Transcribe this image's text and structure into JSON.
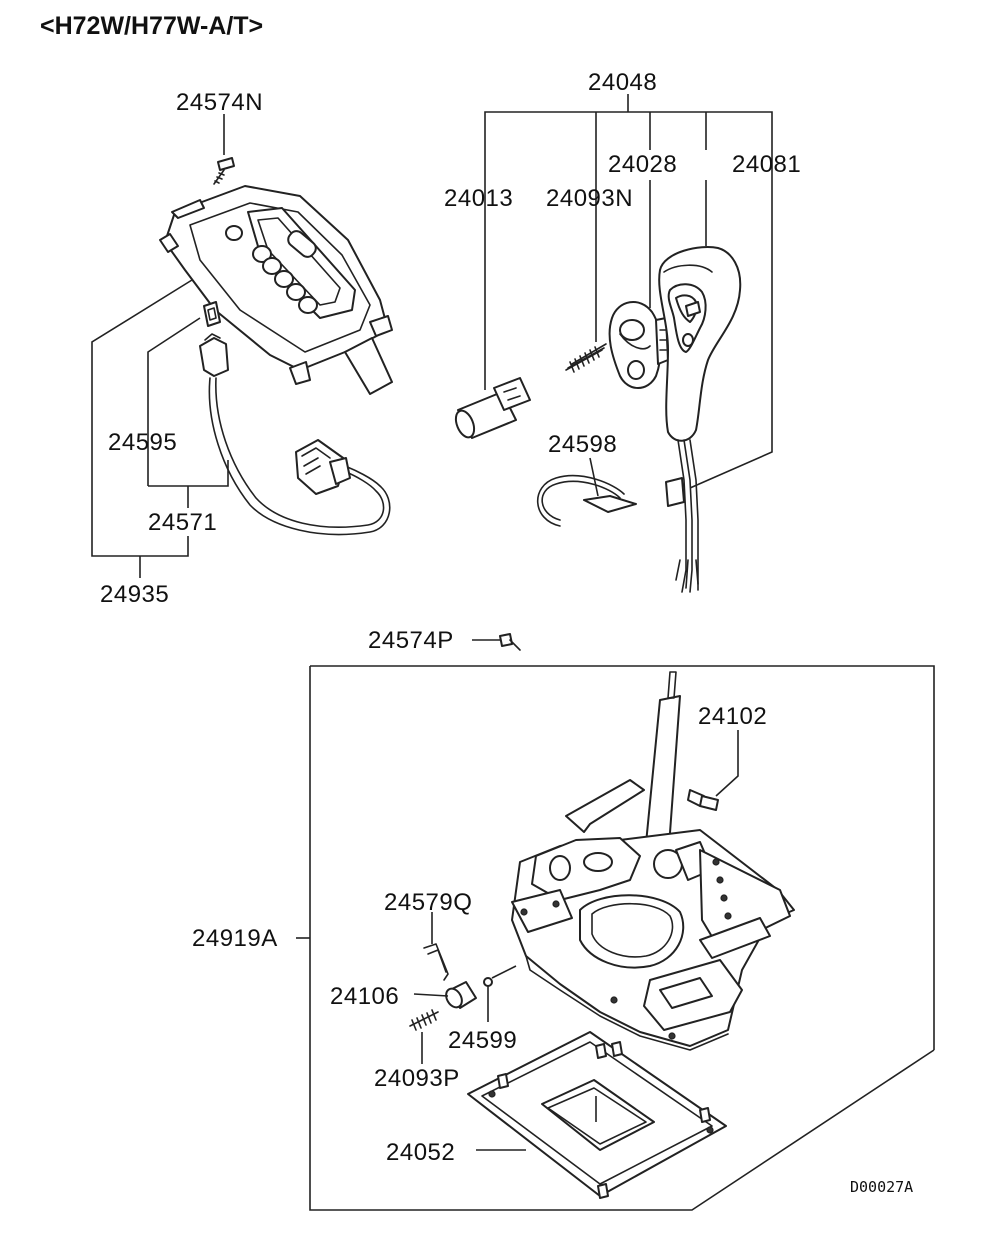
{
  "diagram": {
    "title": "<H72W/H77W-A/T>",
    "code": "D00027A",
    "labels": {
      "p24574N": "24574N",
      "p24048": "24048",
      "p24028": "24028",
      "p24081": "24081",
      "p24013": "24013",
      "p24093N": "24093N",
      "p24595": "24595",
      "p24571": "24571",
      "p24935": "24935",
      "p24598": "24598",
      "p24574P": "24574P",
      "p24102": "24102",
      "p24919A": "24919A",
      "p24579Q": "24579Q",
      "p24106": "24106",
      "p24599": "24599",
      "p24093P": "24093P",
      "p24052": "24052"
    }
  }
}
